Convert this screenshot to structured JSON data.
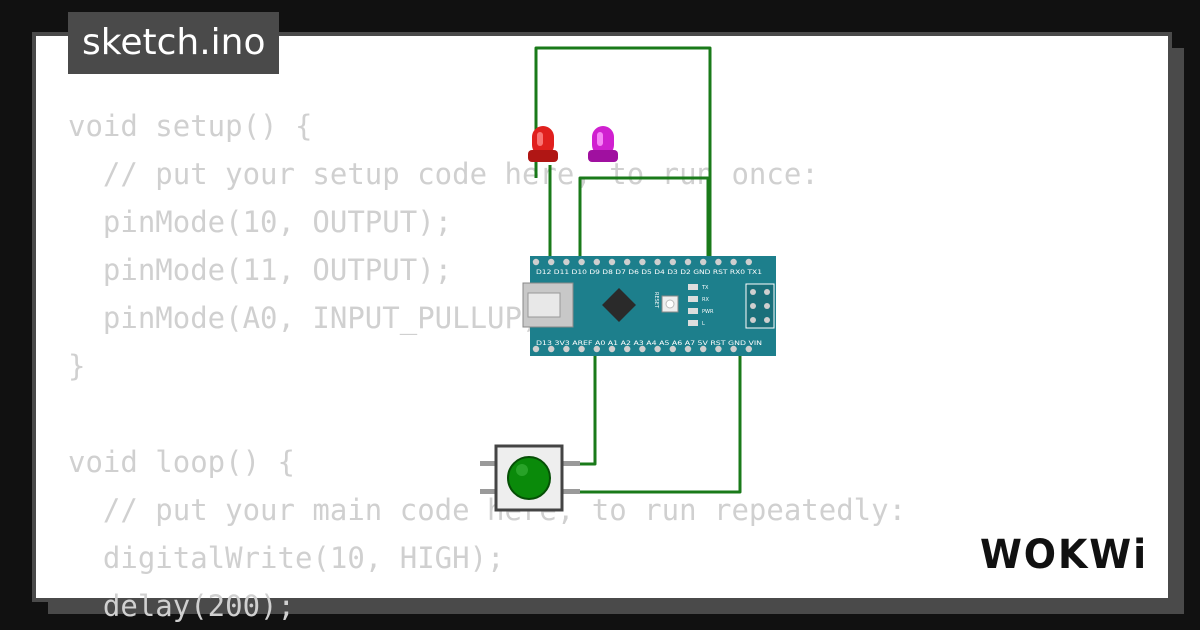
{
  "app": {
    "file_tab": "sketch.ino",
    "brand": "WOKWi"
  },
  "code": {
    "lines": [
      "void setup() {",
      "  // put your setup code here, to run once:",
      "  pinMode(10, OUTPUT);",
      "  pinMode(11, OUTPUT);",
      "  pinMode(A0, INPUT_PULLUP);",
      "}",
      "",
      "void loop() {",
      "  // put your main code here, to run repeatedly:",
      "  digitalWrite(10, HIGH);",
      "  delay(200);"
    ]
  },
  "board": {
    "top_pins": "D12 D11 D10 D9 D8 D7 D6 D5 D4 D3 D2 GND RST RX0 TX1",
    "bottom_pins": "D13 3V3 AREF A0 A1 A2 A3 A4 A5 A6 A7 5V RST GND VIN",
    "reset_label": "RESET",
    "led_labels": [
      "TX",
      "RX",
      "PWR",
      "L"
    ]
  },
  "colors": {
    "background": "#111111",
    "card": "#ffffff",
    "frame": "#4a4a4a",
    "code_text": "#d0d0d0",
    "wire": "#1a7a1a",
    "board": "#1d7f8c",
    "led_red": "#e0201e",
    "led_magenta": "#d020d0",
    "button_cap": "#0a8a0a"
  }
}
